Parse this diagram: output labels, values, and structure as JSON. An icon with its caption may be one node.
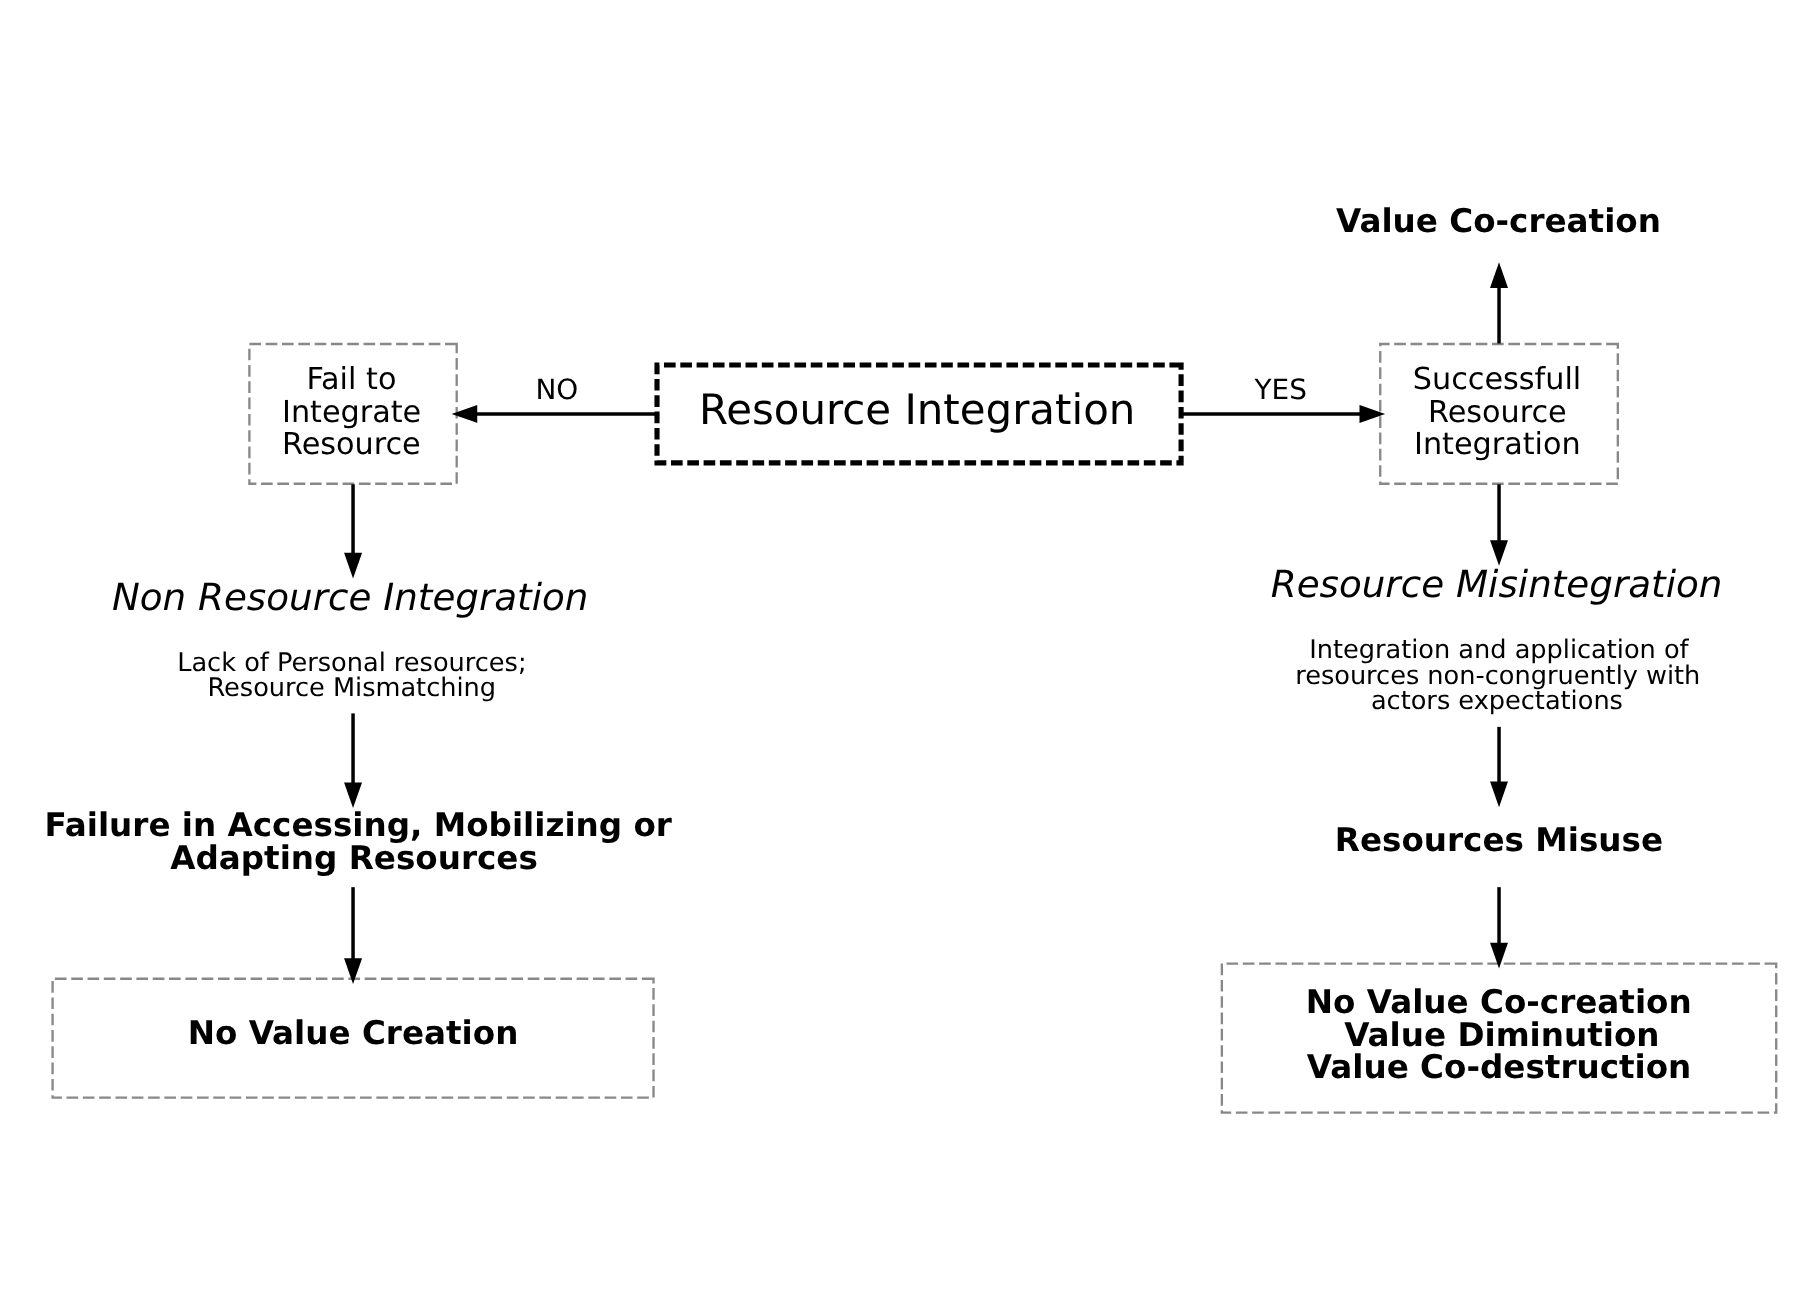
{
  "diagram": {
    "nodes": [
      {
        "text": [
          "Resource Integration"
        ]
      },
      {
        "text": [
          "Fail to Integrate Resource"
        ]
      },
      {
        "text": [
          "Successfull Resource Integration"
        ]
      },
      {
        "text": [
          "Value Co-creation"
        ]
      },
      {
        "text": [
          "Non Resource Integration",
          "Lack of Personal resources; Resource Mismatching"
        ]
      },
      {
        "text": [
          "Resource Misintegration",
          "Integration and application of resources non-congruently with actors expectations"
        ]
      },
      {
        "text": [
          "Failure in Accessing, Mobilizing or Adapting Resources"
        ]
      },
      {
        "text": [
          "Resources Misuse"
        ]
      },
      {
        "text": [
          "No Value Creation"
        ]
      },
      {
        "text": [
          "No Value Co-creation",
          "Value Diminution",
          "Value Co-destruction"
        ]
      }
    ],
    "edges": [
      {
        "from": 0,
        "to": 1,
        "arrow": "to",
        "label": "NO"
      },
      {
        "from": 0,
        "to": 2,
        "arrow": "to",
        "label": "YES"
      },
      {
        "from": 2,
        "to": 3,
        "arrow": "to"
      },
      {
        "from": 1,
        "to": 4,
        "arrow": "to"
      },
      {
        "from": 2,
        "to": 5,
        "arrow": "to"
      },
      {
        "from": 4,
        "to": 6,
        "arrow": "to"
      },
      {
        "from": 5,
        "to": 7,
        "arrow": "to"
      },
      {
        "from": 6,
        "to": 8,
        "arrow": "to"
      },
      {
        "from": 7,
        "to": 9,
        "arrow": "to"
      }
    ]
  }
}
